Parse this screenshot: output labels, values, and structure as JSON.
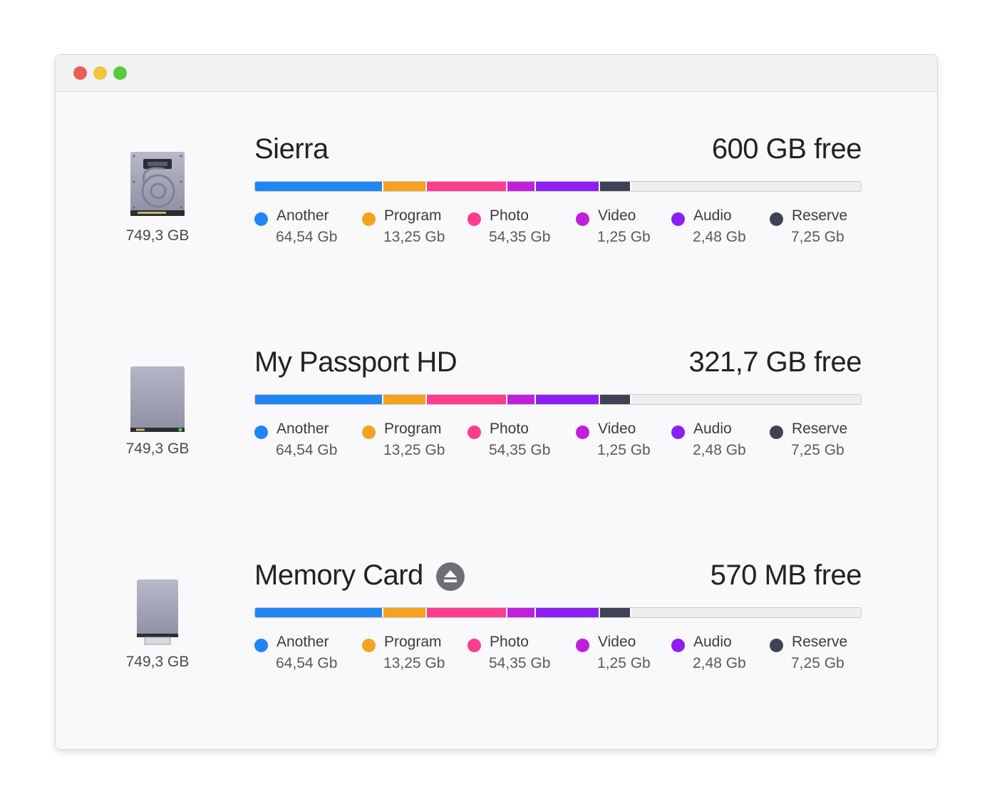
{
  "window": {
    "controls": [
      "close",
      "minimize",
      "maximize"
    ]
  },
  "colors": {
    "another": "#1f86f4",
    "program": "#f4a21f",
    "photo": "#fc3d8e",
    "video": "#c11fdc",
    "audio": "#8d1ff4",
    "reserve": "#3f4257"
  },
  "drives": [
    {
      "name": "Sierra",
      "free": "600 GB free",
      "size": "749,3 GB",
      "icon": "internal-hard-drive-icon",
      "has_eject": false,
      "categories": [
        {
          "key": "another",
          "label": "Another",
          "value": "64,54 Gb"
        },
        {
          "key": "program",
          "label": "Program",
          "value": "13,25 Gb"
        },
        {
          "key": "photo",
          "label": "Photo",
          "value": "54,35 Gb"
        },
        {
          "key": "video",
          "label": "Video",
          "value": "1,25 Gb"
        },
        {
          "key": "audio",
          "label": "Audio",
          "value": "2,48 Gb"
        },
        {
          "key": "reserve",
          "label": "Reserve",
          "value": "7,25 Gb"
        }
      ]
    },
    {
      "name": "My Passport HD",
      "free": "321,7 GB free",
      "size": "749,3 GB",
      "icon": "external-hard-drive-icon",
      "has_eject": false,
      "categories": [
        {
          "key": "another",
          "label": "Another",
          "value": "64,54 Gb"
        },
        {
          "key": "program",
          "label": "Program",
          "value": "13,25 Gb"
        },
        {
          "key": "photo",
          "label": "Photo",
          "value": "54,35 Gb"
        },
        {
          "key": "video",
          "label": "Video",
          "value": "1,25 Gb"
        },
        {
          "key": "audio",
          "label": "Audio",
          "value": "2,48 Gb"
        },
        {
          "key": "reserve",
          "label": "Reserve",
          "value": "7,25 Gb"
        }
      ]
    },
    {
      "name": "Memory Card",
      "free": "570 MB free",
      "size": "749,3 GB",
      "icon": "memory-card-icon",
      "has_eject": true,
      "categories": [
        {
          "key": "another",
          "label": "Another",
          "value": "64,54 Gb"
        },
        {
          "key": "program",
          "label": "Program",
          "value": "13,25 Gb"
        },
        {
          "key": "photo",
          "label": "Photo",
          "value": "54,35 Gb"
        },
        {
          "key": "video",
          "label": "Video",
          "value": "1,25 Gb"
        },
        {
          "key": "audio",
          "label": "Audio",
          "value": "2,48 Gb"
        },
        {
          "key": "reserve",
          "label": "Reserve",
          "value": "7,25 Gb"
        }
      ]
    }
  ],
  "usage_fractions": {
    "another": 0.212,
    "program": 0.071,
    "photo": 0.133,
    "video": 0.048,
    "audio": 0.105,
    "reserve": 0.052
  }
}
